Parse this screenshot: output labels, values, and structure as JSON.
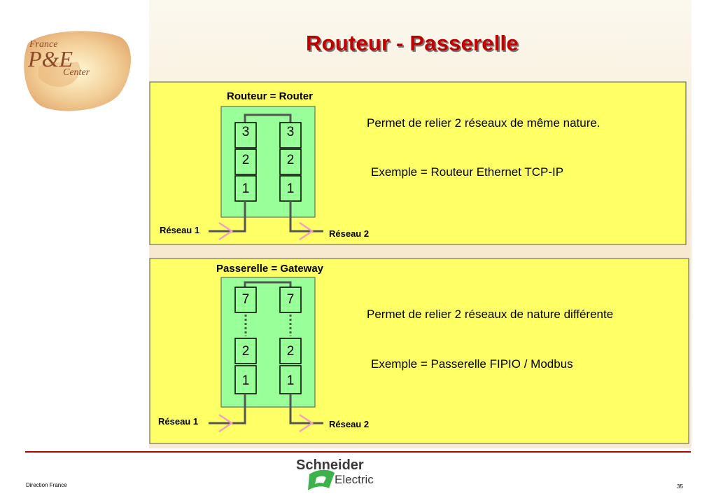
{
  "slide": {
    "title": "Routeur - Passerelle",
    "footer_left": "Direction France",
    "page_number": "35"
  },
  "logo": {
    "line1": "France",
    "line2": "P&E",
    "line3": "Center"
  },
  "brand": {
    "line1": "Schneider",
    "line2": "Electric"
  },
  "router_panel": {
    "title": "Routeur = Router",
    "left_stack": [
      "3",
      "2",
      "1"
    ],
    "right_stack": [
      "3",
      "2",
      "1"
    ],
    "network_left": "Réseau 1",
    "network_right": "Réseau 2",
    "description": "Permet de relier 2 réseaux de même nature.",
    "example": "Exemple = Routeur Ethernet TCP-IP"
  },
  "gateway_panel": {
    "title": "Passerelle = Gateway",
    "left_stack": [
      "7",
      "2",
      "1"
    ],
    "right_stack": [
      "7",
      "2",
      "1"
    ],
    "network_left": "Réseau 1",
    "network_right": "Réseau 2",
    "description": "Permet de relier 2 réseaux de nature différente",
    "example": "Exemple = Passerelle FIPIO / Modbus"
  },
  "colors": {
    "title": "#c00000",
    "panel_fill": "#ffff66",
    "stack_fill": "#99ff99",
    "wire": "#555555",
    "arrow": "#f0a0c0",
    "footer_line": "#b00000"
  }
}
